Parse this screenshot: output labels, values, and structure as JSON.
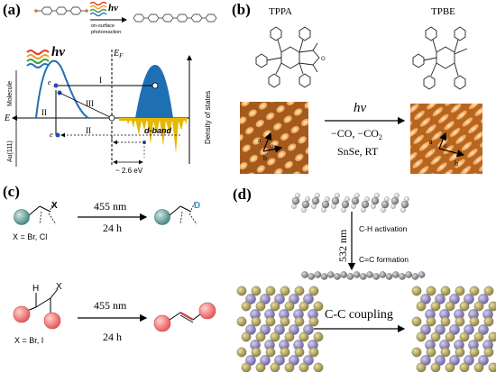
{
  "panel_a": {
    "tag": "(a)",
    "hv": "hν",
    "photo_label": [
      "on-surface",
      "photoreaction"
    ],
    "ef": "E",
    "ef_sub": "F",
    "molecule": "Molecule",
    "au": "Au(111)",
    "e_axis": "E",
    "dos": "Density of states",
    "roman_top": "I",
    "roman_mid": "III",
    "roman_left": "II",
    "roman_bottom": "II",
    "electron": "e",
    "d_band": "d-band",
    "energy_gap": "~ 2.6 eV",
    "colors": {
      "band": "#1f6fb5",
      "dband": "#e6b800",
      "curve": "#1f6fb5"
    }
  },
  "panel_b": {
    "tag": "(b)",
    "left_name": "TPPA",
    "right_name": "TPBE",
    "hv": "hν",
    "cond_1": "−CO, −CO",
    "cond_1_sub": "2",
    "cond_2": "SnSe, RT",
    "stm_labels": [
      "a",
      "b",
      "α"
    ],
    "colors": {
      "stm_dark": "#8a4a14",
      "stm_light": "#f0b070"
    }
  },
  "panel_c": {
    "tag": "(c)",
    "x_top": "X",
    "x_top_note": "X = Br, Cl",
    "wavelength_top": "455 nm",
    "time_top": "24 h",
    "d_label": "D",
    "h_label": "H",
    "x_bottom": "X",
    "x_bottom_note": "X = Br, I",
    "wavelength_bottom": "455 nm",
    "time_bottom": "24 h",
    "colors": {
      "teal_ball": "#5e9e98",
      "pink_ball": "#f08080",
      "d_color": "#2a9bd6"
    }
  },
  "panel_d": {
    "tag": "(d)",
    "wavelength": "532 nm",
    "step_1": "C-H activation",
    "step_2": "C=C formation",
    "coupling": "C-C coupling",
    "colors": {
      "gold_atom": "#b5a75a",
      "violet_atom": "#9a93c9",
      "carbon": "#8c8c8c"
    }
  }
}
